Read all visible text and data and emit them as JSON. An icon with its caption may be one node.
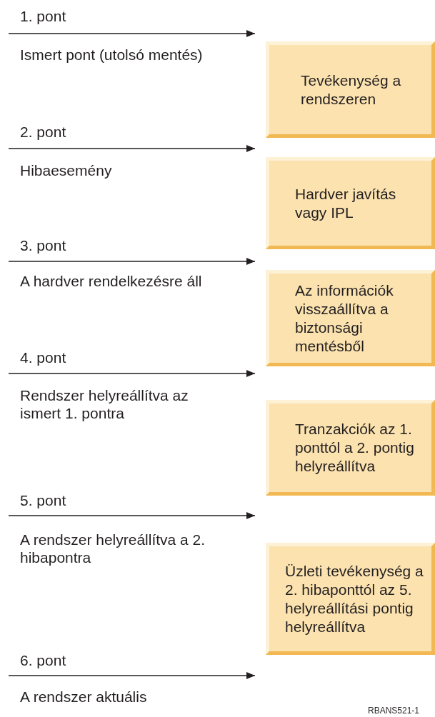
{
  "diagram": {
    "nodes": [
      {
        "text": [
          "Tevékenység a rendszeren"
        ]
      },
      {
        "text": [
          "Hardver javítás vagy IPL"
        ]
      },
      {
        "text": [
          "Az információk visszaállítva a biztonsági mentésből"
        ]
      },
      {
        "text": [
          "Tranzakciók az 1. ponttól a 2. pontig helyreállítva"
        ]
      },
      {
        "text": [
          "Üzleti tevékenység a 2. hibaponttól az 5. helyreállítási pontig helyreállítva"
        ]
      }
    ],
    "edges": [],
    "labels": [
      "1. pont",
      "Ismert pont (utolsó mentés)",
      "2. pont",
      "Hibaesemény",
      "3. pont",
      "A hardver rendelkezésre áll",
      "4. pont",
      "Rendszer helyreállítva az ismert 1. pontra",
      "5. pont",
      "A rendszer helyreállítva a 2. hibapontra",
      "6. pont",
      "A rendszer aktuális",
      "RBANS521-1"
    ]
  }
}
